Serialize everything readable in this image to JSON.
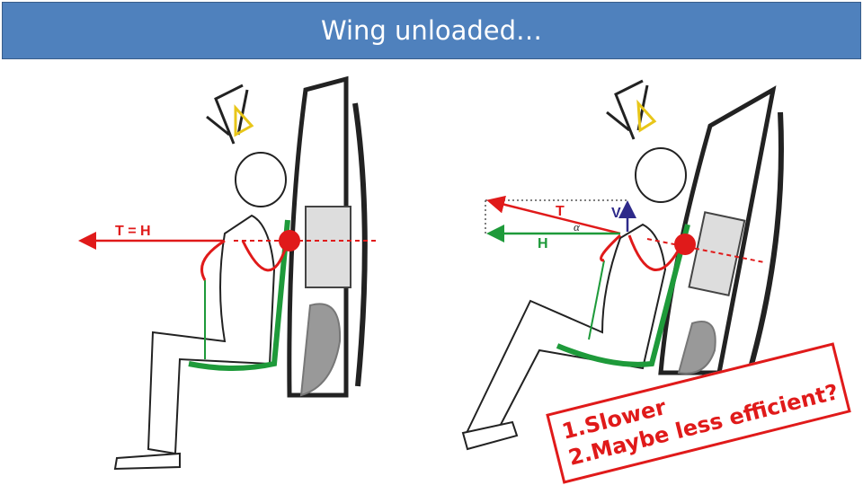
{
  "title": "Wing unloaded…",
  "left_diagram": {
    "force_label": "T = H"
  },
  "right_diagram": {
    "thrust_label": "T",
    "horizontal_label": "H",
    "vertical_label": "V",
    "angle_label": "α"
  },
  "note": {
    "items": [
      "1.Slower",
      "2.Maybe less efficient?"
    ]
  },
  "colors": {
    "title_bar": "#4f81bd",
    "thrust": "#e01a1a",
    "horizontal": "#1e9a3a",
    "vertical": "#2e2a8a",
    "note": "#e01a1a"
  }
}
